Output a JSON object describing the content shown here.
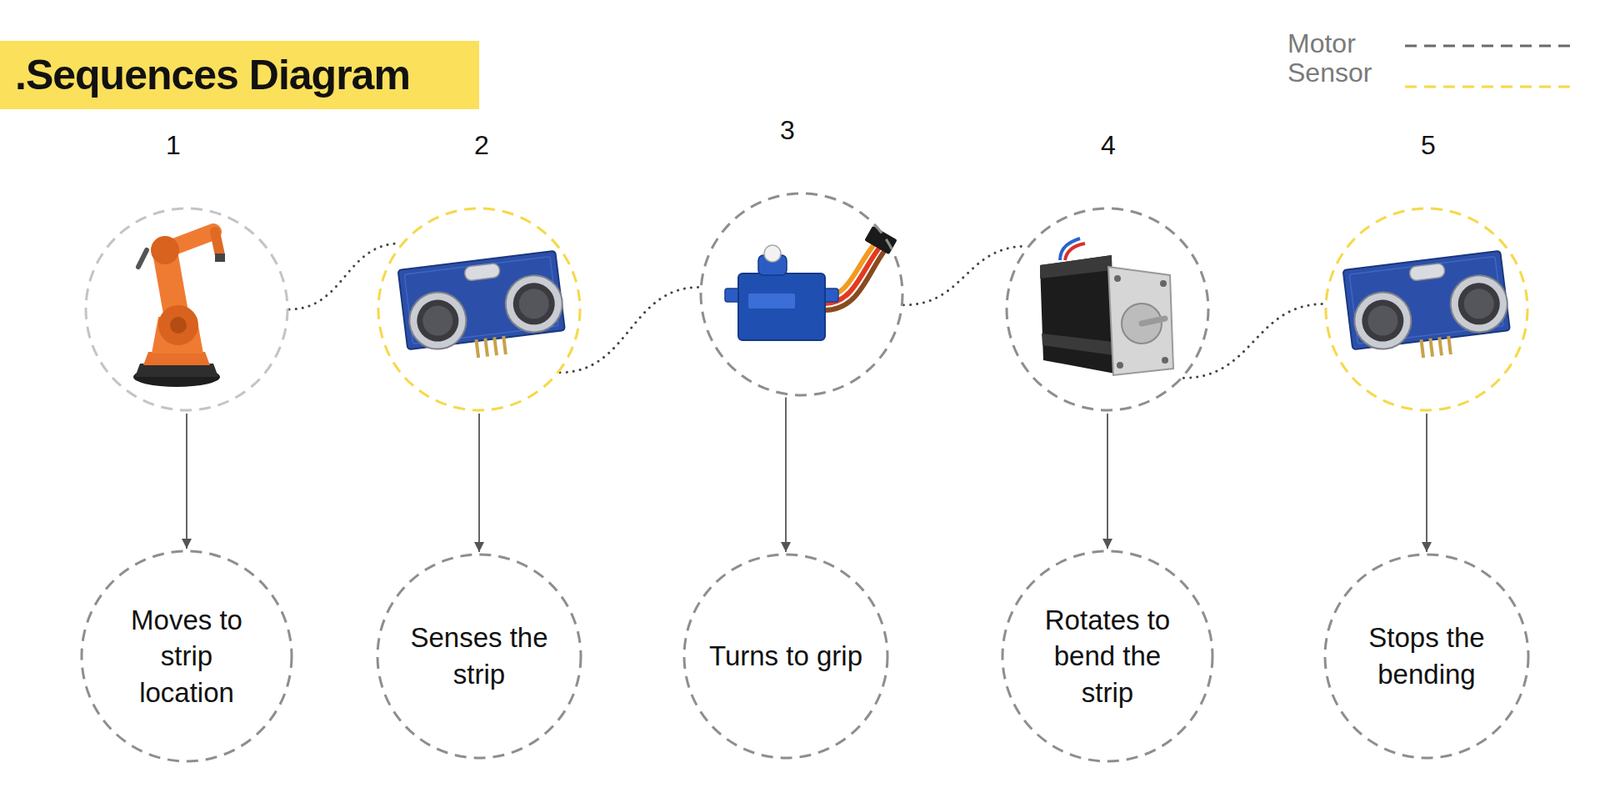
{
  "diagram": {
    "title": ".Sequences Diagram",
    "nodes": [
      {
        "text": [
          "1"
        ]
      },
      {
        "text": [
          "2"
        ]
      },
      {
        "text": [
          "3"
        ]
      },
      {
        "text": [
          "4"
        ]
      },
      {
        "text": [
          "5"
        ]
      },
      {
        "text": [
          "Moves to strip location"
        ]
      },
      {
        "text": [
          "Senses the strip"
        ]
      },
      {
        "text": [
          "Turns to grip"
        ]
      },
      {
        "text": [
          "Rotates to bend the strip"
        ]
      },
      {
        "text": [
          "Stops the bending"
        ]
      }
    ],
    "edges": [
      {
        "from": 0,
        "to": 1,
        "arrow": "none"
      },
      {
        "from": 1,
        "to": 2,
        "arrow": "none"
      },
      {
        "from": 2,
        "to": 3,
        "arrow": "none"
      },
      {
        "from": 3,
        "to": 4,
        "arrow": "none"
      },
      {
        "from": 0,
        "to": 5,
        "arrow": "to"
      },
      {
        "from": 1,
        "to": 6,
        "arrow": "to"
      },
      {
        "from": 2,
        "to": 7,
        "arrow": "to"
      },
      {
        "from": 3,
        "to": 8,
        "arrow": "to"
      },
      {
        "from": 4,
        "to": 9,
        "arrow": "to"
      }
    ],
    "legend": [
      {
        "text": "Motor"
      },
      {
        "text": "Sensor"
      }
    ]
  }
}
